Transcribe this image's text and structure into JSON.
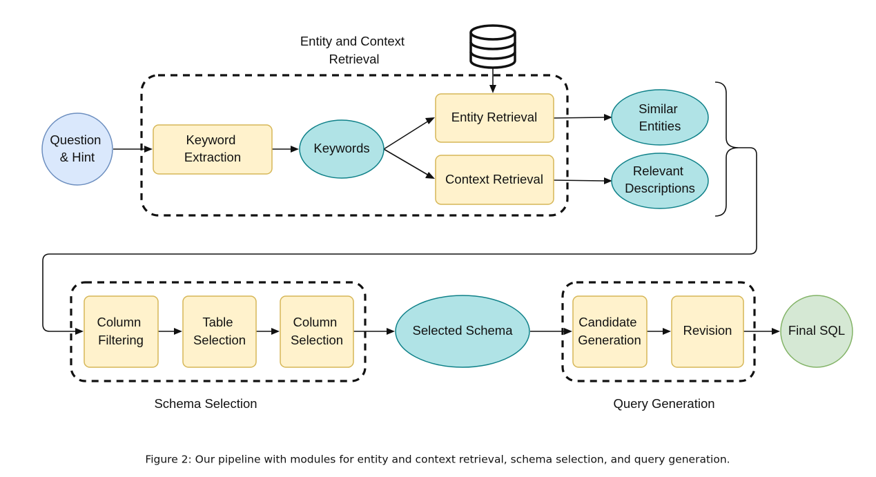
{
  "nodes": {
    "question_hint": {
      "lines": [
        "Question",
        "& Hint"
      ],
      "color": "#dae8fc"
    },
    "keyword_extraction": {
      "lines": [
        "Keyword",
        "Extraction"
      ],
      "color": "#fff2cc"
    },
    "keywords": {
      "lines": [
        "Keywords"
      ],
      "color": "#b0e3e6"
    },
    "entity_retrieval": {
      "lines": [
        "Entity Retrieval"
      ],
      "color": "#fff2cc"
    },
    "context_retrieval": {
      "lines": [
        "Context Retrieval"
      ],
      "color": "#fff2cc"
    },
    "similar_entities": {
      "lines": [
        "Similar",
        "Entities"
      ],
      "color": "#b0e3e6"
    },
    "relevant_descriptions": {
      "lines": [
        "Relevant",
        "Descriptions"
      ],
      "color": "#b0e3e6"
    },
    "column_filtering": {
      "lines": [
        "Column",
        "Filtering"
      ],
      "color": "#fff2cc"
    },
    "table_selection": {
      "lines": [
        "Table",
        "Selection"
      ],
      "color": "#fff2cc"
    },
    "column_selection": {
      "lines": [
        "Column",
        "Selection"
      ],
      "color": "#fff2cc"
    },
    "selected_schema": {
      "lines": [
        "Selected Schema"
      ],
      "color": "#b0e3e6"
    },
    "candidate_generation": {
      "lines": [
        "Candidate",
        "Generation"
      ],
      "color": "#fff2cc"
    },
    "revision": {
      "lines": [
        "Revision"
      ],
      "color": "#fff2cc"
    },
    "final_sql": {
      "lines": [
        "Final SQL"
      ],
      "color": "#d5e8d4"
    }
  },
  "groups": {
    "entity_context": {
      "lines": [
        "Entity and Context",
        "Retrieval"
      ]
    },
    "schema_selection": {
      "lines": [
        "Schema Selection"
      ]
    },
    "query_generation": {
      "lines": [
        "Query Generation"
      ]
    }
  },
  "icons": {
    "database": "database-icon"
  },
  "caption": "Figure 2: Our pipeline with modules for entity and context retrieval, schema selection, and query generation."
}
